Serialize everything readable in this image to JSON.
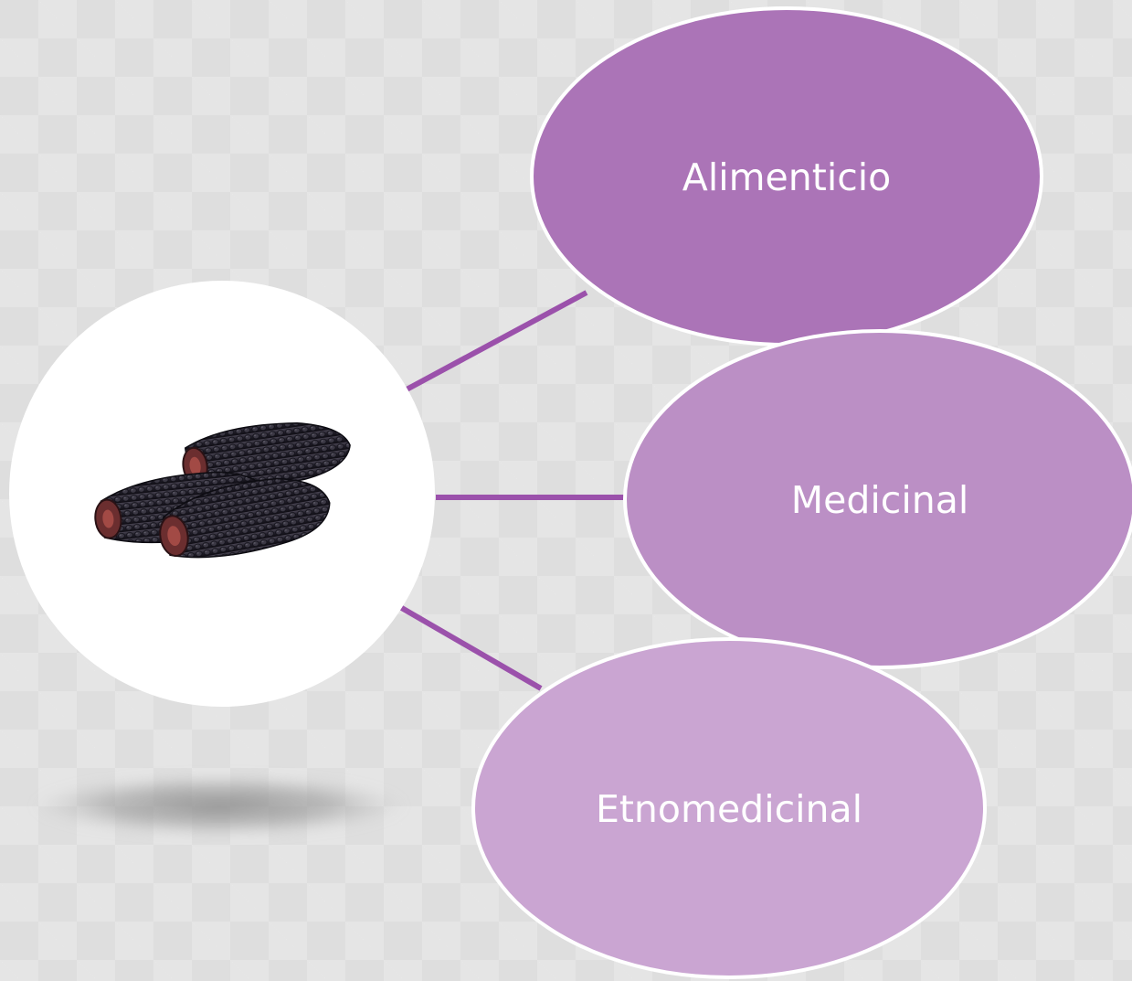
{
  "center": {
    "image": "black-corn-cobs",
    "circle_fill": "#ffffff"
  },
  "connector_color": "#9b51ab",
  "nodes": [
    {
      "label": "Alimenticio",
      "fill": "#ab74b7"
    },
    {
      "label": "Medicinal",
      "fill": "#bb8fc5"
    },
    {
      "label": "Etnomedicinal",
      "fill": "#caa5d2"
    }
  ]
}
